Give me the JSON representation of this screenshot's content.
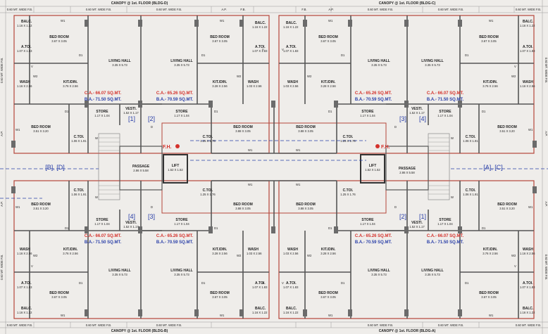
{
  "canopy": {
    "top_left": "CANOPY @ 1st. FLOOR (BLDG-D)",
    "top_right": "CANOPY @ 1st. FLOOR (BLDG-C)",
    "bottom_left": "CANOPY @ 1st. FLOOR (BLDG-B)",
    "bottom_right": "CANOPY @ 1st. FLOOR (BLDG-A)"
  },
  "margins": {
    "wide_fb": "0.60 MT. WIDE F.B.",
    "ap": "A.P.",
    "fb": "F.B."
  },
  "wings": {
    "left": "[B], [D]",
    "right": "[A], [C]"
  },
  "units": {
    "top_left_a": "[1]",
    "top_left_b": "[2]",
    "top_right_a": "[3]",
    "top_right_b": "[4]",
    "bottom_left_a": "[4]",
    "bottom_left_b": "[3]",
    "bottom_right_a": "[2]",
    "bottom_right_b": "[1]"
  },
  "areas": {
    "ca_outer": "C.A.- 66.07 SQ.MT.",
    "ba_outer": "B.A.- 71.50 SQ.MT.",
    "ca_inner": "C.A.- 65.26 SQ.MT.",
    "ba_inner": "B.A.- 70.59 SQ.MT."
  },
  "rooms": {
    "bed_room": "BED ROOM",
    "living_hall": "LIVING HALL",
    "kit_din": "KIT./DIN.",
    "wash": "WASH",
    "balc": "BALC.",
    "a_toi": "A.TOI.",
    "c_toi": "C.TOI.",
    "store": "STORE",
    "vesti": "VESTI.",
    "passage": "PASSAGE",
    "lift": "LIFT",
    "fh": "F.H."
  },
  "dims": {
    "bed_top": "3.67 X 3.05",
    "living": "3.35 X 5.73",
    "kit_outer": "3.76 X 2.56",
    "kit_inner": "3.28 X 2.56",
    "wash_outer": "1.16 X 2.56",
    "wash_inner": "1.03 X 2.56",
    "balc": "1.16 X 1.22",
    "a_toi": "1.07 X 1.83",
    "bed_mid_outer": "3.51 X 3.20",
    "bed_mid_inner": "3.88 X 3.05",
    "c_toi_outer": "1.06 X 1.91",
    "c_toi_inner": "1.25 X 1.76",
    "store": "1.17 X 1.04",
    "vesti": "1.52 X 1.17",
    "passage": "2.86 X 5.58",
    "lift": "1.52 X 1.52"
  },
  "doors": {
    "d": "D",
    "d1": "D1",
    "w": "W",
    "w1": "W1",
    "w2": "W2",
    "v": "V"
  }
}
